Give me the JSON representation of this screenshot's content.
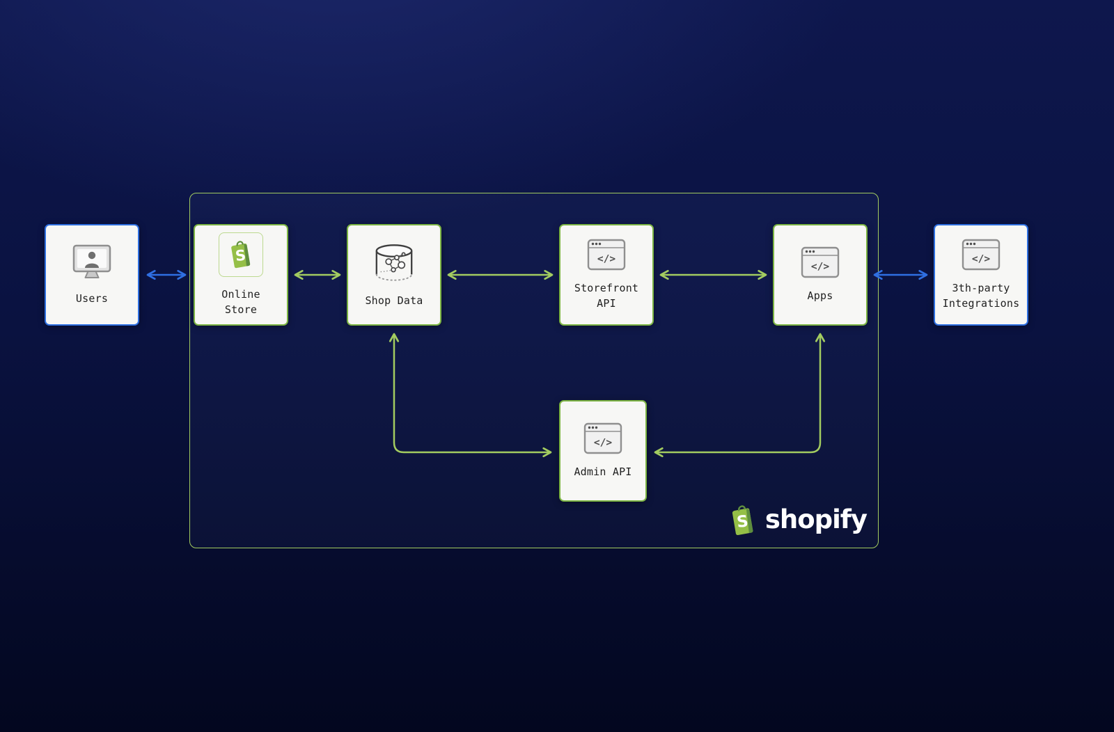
{
  "nodes": {
    "users": {
      "label": "Users"
    },
    "online_store": {
      "label": "Online\nStore"
    },
    "shop_data": {
      "label": "Shop Data"
    },
    "storefront_api": {
      "label": "Storefront\nAPI"
    },
    "apps": {
      "label": "Apps"
    },
    "admin_api": {
      "label": "Admin API"
    },
    "third_party": {
      "label": "3th-party\nIntegrations"
    }
  },
  "logo": {
    "wordmark": "shopify",
    "monogram": "S"
  },
  "icons": {
    "users": "monitor-user-icon",
    "online_store": "shopify-bag-icon",
    "shop_data": "database-icon",
    "storefront_api": "code-window-icon",
    "apps": "code-window-icon",
    "admin_api": "code-window-icon",
    "third_party": "code-window-icon",
    "code_glyph": "</>"
  },
  "colors": {
    "background_top": "#0e174d",
    "background_bottom": "#03071f",
    "container_border": "#a3cc60",
    "node_background": "#f7f7f5",
    "green_node_border": "#7cb443",
    "blue_node_border": "#2e6fe0",
    "green_arrow": "#a3cc60",
    "blue_arrow": "#2f6fe2",
    "shopify_green": "#95BF47",
    "shopify_green_dark": "#5E8E3E"
  },
  "connections": [
    {
      "from": "users",
      "to": "online_store",
      "type": "bidirectional",
      "color": "blue"
    },
    {
      "from": "online_store",
      "to": "shop_data",
      "type": "bidirectional",
      "color": "green"
    },
    {
      "from": "shop_data",
      "to": "storefront_api",
      "type": "bidirectional",
      "color": "green"
    },
    {
      "from": "storefront_api",
      "to": "apps",
      "type": "bidirectional",
      "color": "green"
    },
    {
      "from": "apps",
      "to": "third_party",
      "type": "bidirectional",
      "color": "blue"
    },
    {
      "from": "admin_api",
      "to": "shop_data",
      "type": "bidirectional",
      "color": "green"
    },
    {
      "from": "apps",
      "to": "admin_api",
      "type": "bidirectional",
      "color": "green"
    }
  ]
}
